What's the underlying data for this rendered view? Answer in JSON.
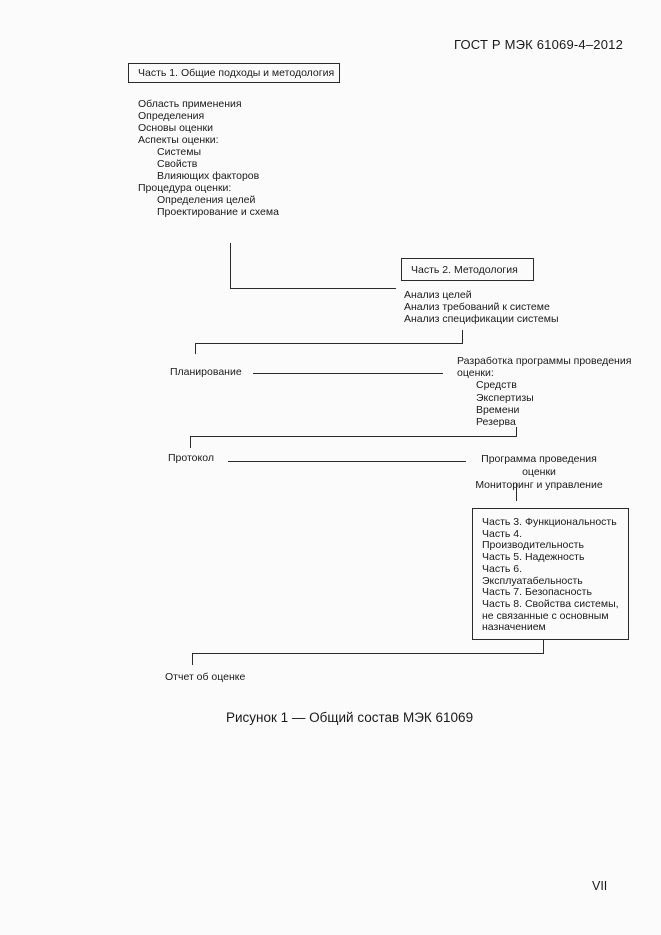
{
  "page": {
    "header": "ГОСТ Р МЭК 61069-4–2012",
    "caption": "Рисунок 1 — Общий состав МЭК 61069",
    "page_number": "VII"
  },
  "part1": {
    "box_label": "Часть 1. Общие подходы и методология",
    "items": [
      "Область применения",
      "Определения",
      "Основы оценки",
      "Аспекты оценки:",
      "Системы",
      "Свойств",
      "Влияющих факторов",
      "Процедура оценки:",
      "Определения целей",
      "Проектирование и схема"
    ]
  },
  "part2": {
    "box_label": "Часть 2. Методология",
    "items": [
      "Анализ целей",
      "Анализ требований к системе",
      "Анализ спецификации системы"
    ]
  },
  "planning": {
    "label": "Планирование",
    "program_title": "Разработка программы проведения оценки:",
    "resources": [
      "Средств",
      "Экспертизы",
      "Времени",
      "Резерва"
    ]
  },
  "protocol": {
    "label": "Протокол",
    "program_lines": [
      "Программа проведения оценки",
      "Мониторинг и управление"
    ]
  },
  "parts_box": {
    "items": [
      "Часть 3. Функциональность",
      "Часть 4. Производительность",
      "Часть 5. Надежность",
      "Часть 6. Эксплуатабельность",
      "Часть 7. Безопасность",
      "Часть 8. Свойства системы, не связанные с основным назначением"
    ]
  },
  "report": {
    "label": "Отчет об оценке"
  }
}
